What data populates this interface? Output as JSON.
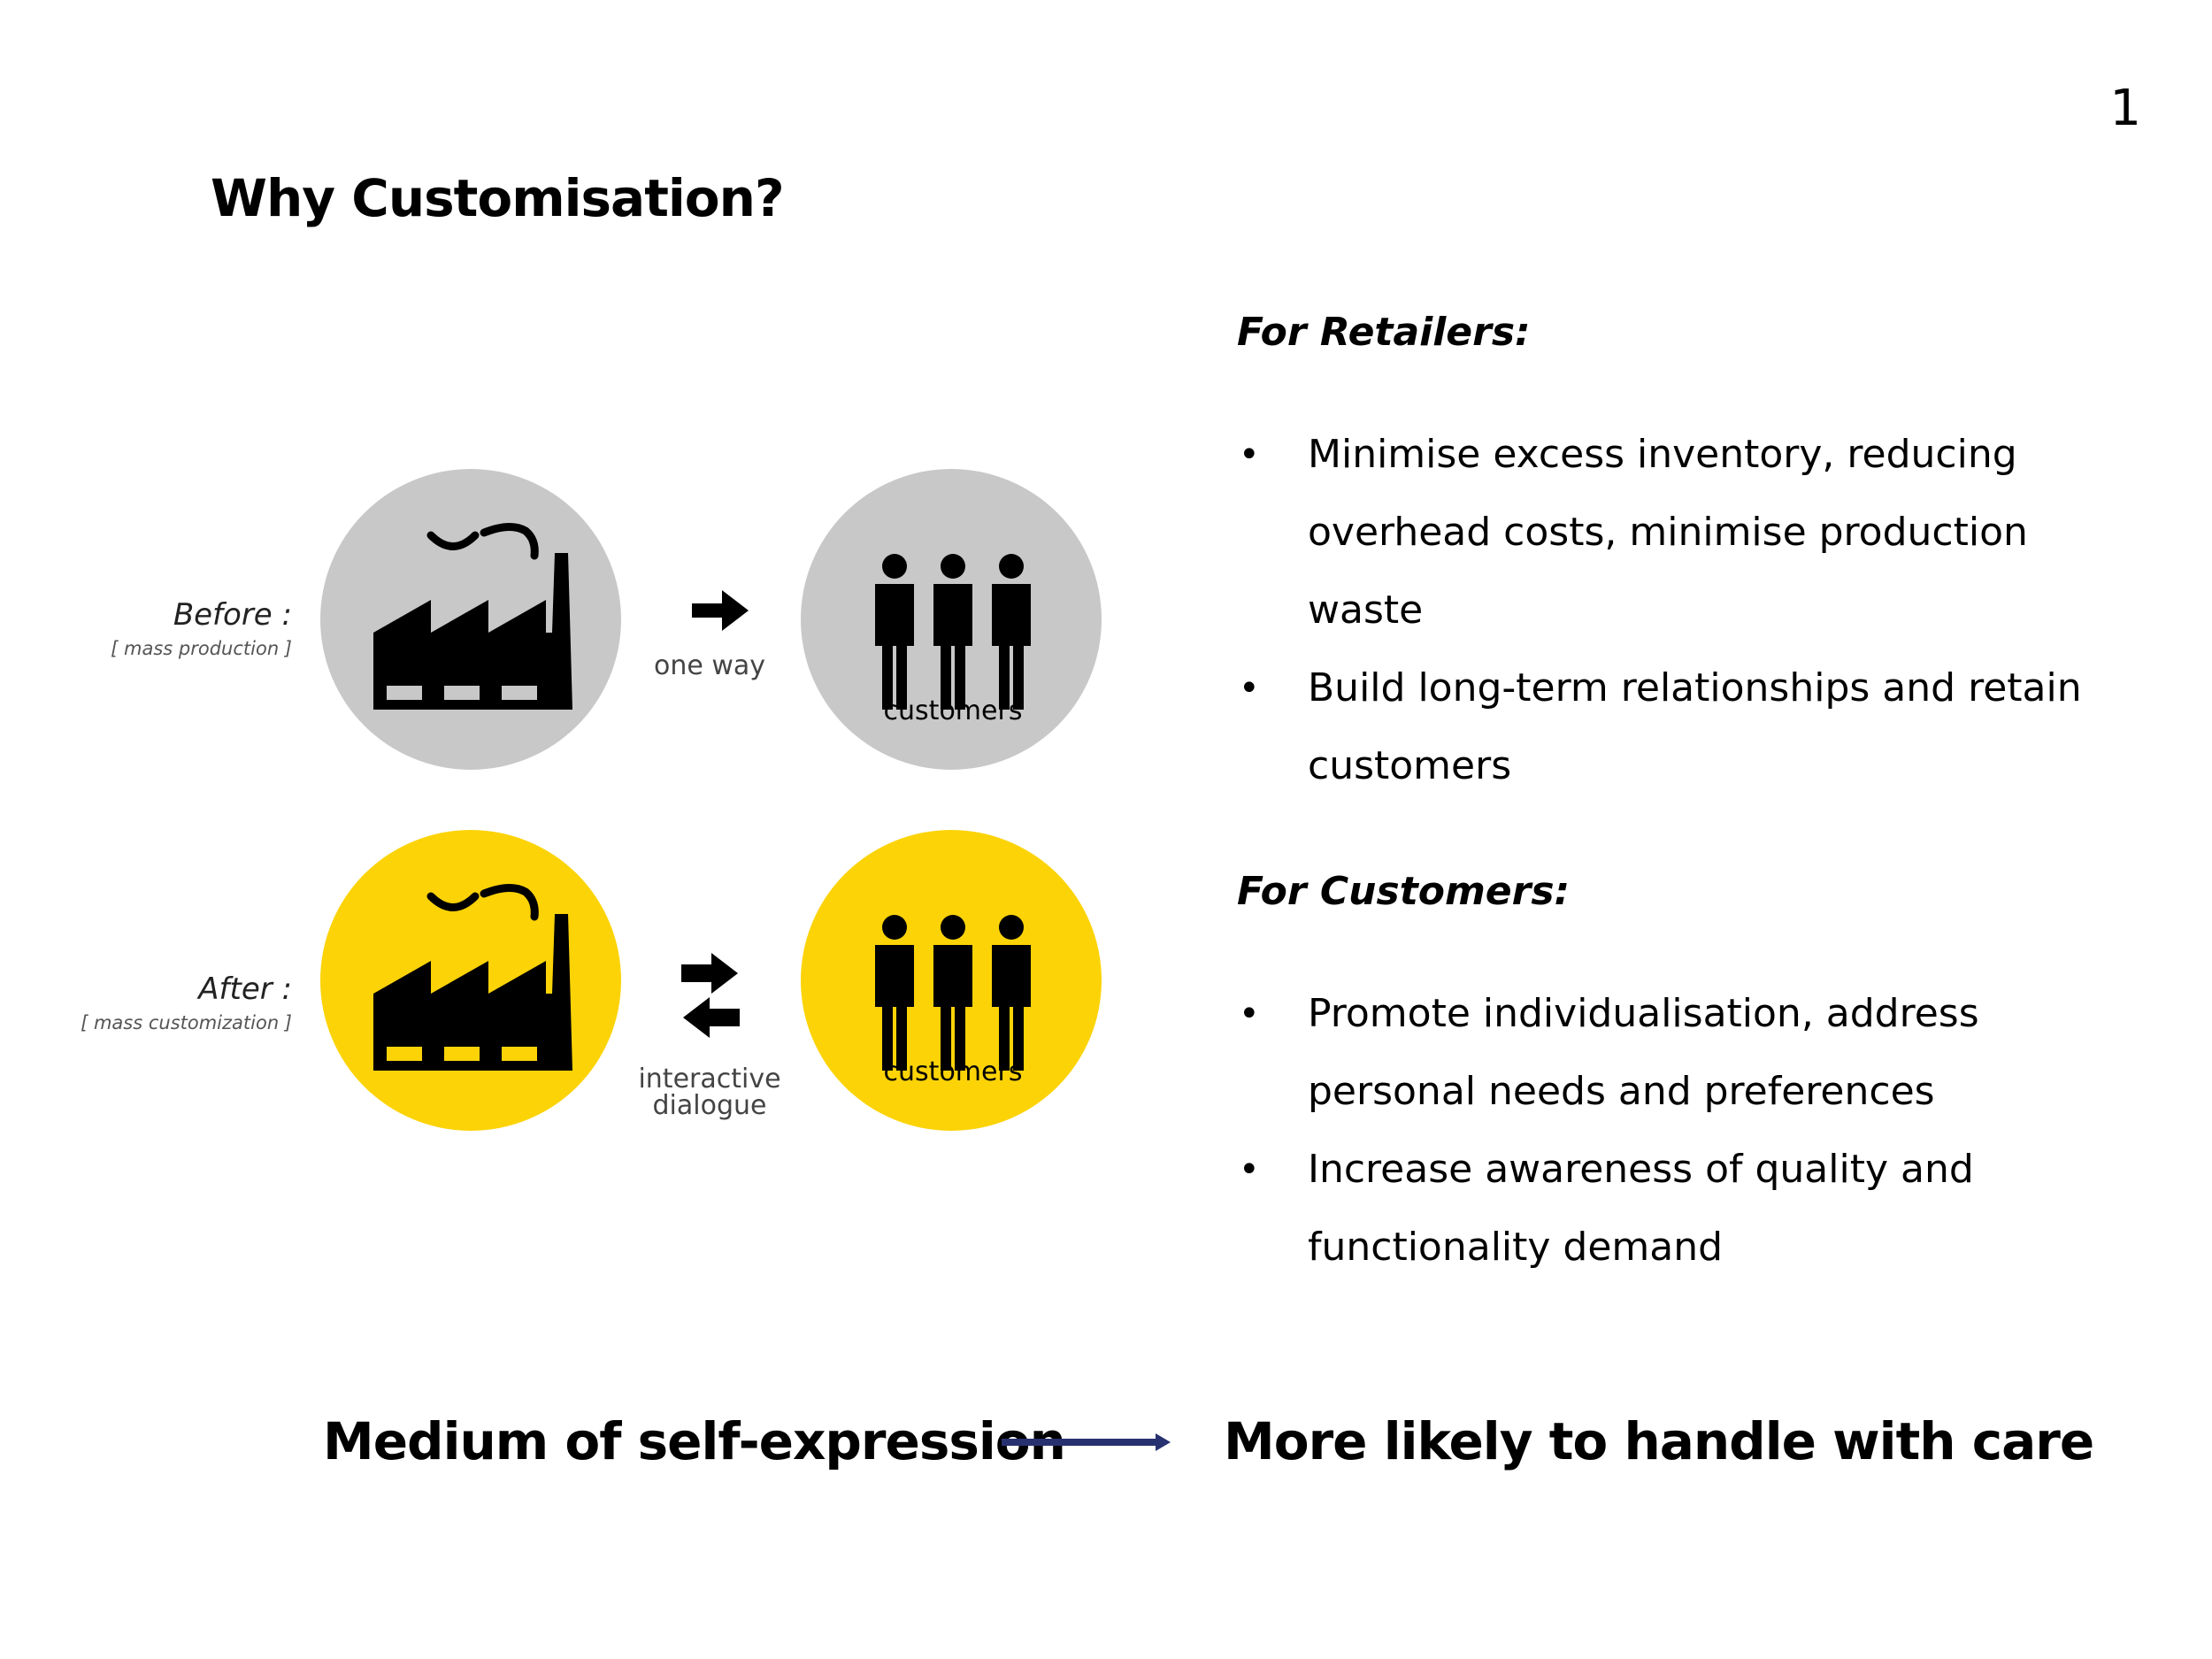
{
  "page_number": "1",
  "title": "Why Customisation?",
  "diagram": {
    "before": {
      "label": "Before :",
      "sublabel": "[ mass production ]",
      "arrow_caption": "one way",
      "customers_label": "customers",
      "color": "#c8c8c8"
    },
    "after": {
      "label": "After :",
      "sublabel": "[ mass customization ]",
      "arrow_caption_line1": "interactive",
      "arrow_caption_line2": "dialogue",
      "customers_label": "customers",
      "color": "#fcd307"
    }
  },
  "retailers": {
    "heading": "For Retailers:",
    "lines": [
      "Minimise excess inventory, reducing",
      "overhead costs, minimise production waste",
      "Build long-term relationships and retain",
      "customers"
    ],
    "bullet": "•"
  },
  "customers": {
    "heading": "For Customers:",
    "lines": [
      "Promote individualisation, address",
      "personal needs and preferences",
      "Increase awareness of quality and",
      "functionality demand"
    ],
    "bullet": "•"
  },
  "footer": {
    "left": "Medium of self-expression",
    "right": "More likely to handle with care",
    "arrow_color": "#283170"
  }
}
